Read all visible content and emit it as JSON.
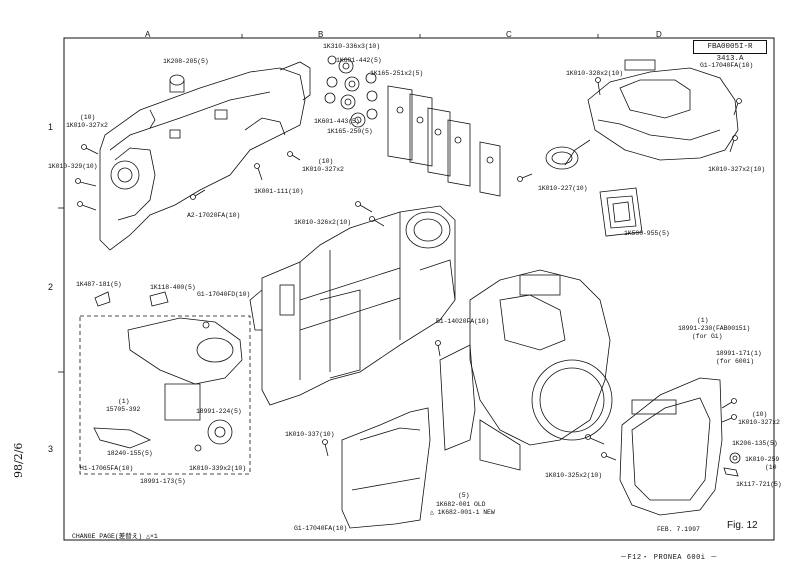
{
  "sheet_id": "FBA0005I-R 3413.A",
  "columns": [
    "A",
    "B",
    "C",
    "D"
  ],
  "rows": [
    "1",
    "2",
    "3"
  ],
  "fig_label": "Fig. 12",
  "date": "FEB. 7.1997",
  "change_note": "CHANGE PAGE(差替え) △×1",
  "footer": "－F12・ PRONEA 600i －",
  "handwritten": "98/2/6",
  "part_labels": [
    {
      "id": "k208",
      "text": "1K208-205(5)"
    },
    {
      "id": "k310",
      "text": "1K310-336x3(10)"
    },
    {
      "id": "k601a",
      "text": "1K601-442(5)"
    },
    {
      "id": "k165a",
      "text": "1K165-251x2(5)"
    },
    {
      "id": "k601b",
      "text": "1K601-443(5)"
    },
    {
      "id": "k165b",
      "text": "1K165-250(5)"
    },
    {
      "id": "k010_328",
      "text": "1K010-328x2(10)"
    },
    {
      "id": "g1_top",
      "text": "G1-17040FA(10)"
    },
    {
      "id": "n10a",
      "text": "(10)"
    },
    {
      "id": "k010_327a",
      "text": "1K010-327x2"
    },
    {
      "id": "k010_329",
      "text": "1K010-329(10)"
    },
    {
      "id": "n10b",
      "text": "(10)"
    },
    {
      "id": "k010_327b",
      "text": "1K010-327x2"
    },
    {
      "id": "k001",
      "text": "1K001-111(10)"
    },
    {
      "id": "a2",
      "text": "A2-17020FA(10)"
    },
    {
      "id": "k010_227",
      "text": "1K010-227(10)"
    },
    {
      "id": "k010_327c",
      "text": "1K010-327x2(10)"
    },
    {
      "id": "k010_326",
      "text": "1K010-326x2(10)"
    },
    {
      "id": "k500",
      "text": "1K500-955(5)"
    },
    {
      "id": "k487",
      "text": "1K487-181(5)"
    },
    {
      "id": "k118",
      "text": "1K118-400(5)"
    },
    {
      "id": "g1_mid",
      "text": "G1-17040FD(10)"
    },
    {
      "id": "b1",
      "text": "B1-14020FA(10)"
    },
    {
      "id": "n1a",
      "text": "(1)"
    },
    {
      "id": "b18991_230",
      "text": "18991-230(FAB00151)"
    },
    {
      "id": "forgi",
      "text": "(for Gi)"
    },
    {
      "id": "b18991_171",
      "text": "18991-171(1)"
    },
    {
      "id": "for600",
      "text": "(for 600i)"
    },
    {
      "id": "n1b",
      "text": "(1)"
    },
    {
      "id": "k15705",
      "text": "15705-392"
    },
    {
      "id": "b18991_224",
      "text": "18991-224(5)"
    },
    {
      "id": "b18240",
      "text": "18240-155(5)"
    },
    {
      "id": "h1",
      "text": "H1-17065FA(10)"
    },
    {
      "id": "k010_339",
      "text": "1K010-339x2(10)"
    },
    {
      "id": "b18991_173",
      "text": "18991-173(5)"
    },
    {
      "id": "k010_337",
      "text": "1K010-337(10)"
    },
    {
      "id": "n10c",
      "text": "(10)"
    },
    {
      "id": "k010_327d",
      "text": "1K010-327x2"
    },
    {
      "id": "k206",
      "text": "1K206-135(5)"
    },
    {
      "id": "k010_259",
      "text": "1K010-259"
    },
    {
      "id": "n10d",
      "text": "(10"
    },
    {
      "id": "k117",
      "text": "1K117-721(5)"
    },
    {
      "id": "k010_325",
      "text": "1K010-325x2(10)"
    },
    {
      "id": "n5",
      "text": "(5)"
    },
    {
      "id": "k682old",
      "text": "1K682-001   OLD"
    },
    {
      "id": "k682new",
      "text": "△ 1K682-001-1 NEW"
    },
    {
      "id": "g1_bot",
      "text": "G1-17040FA(10)"
    }
  ]
}
